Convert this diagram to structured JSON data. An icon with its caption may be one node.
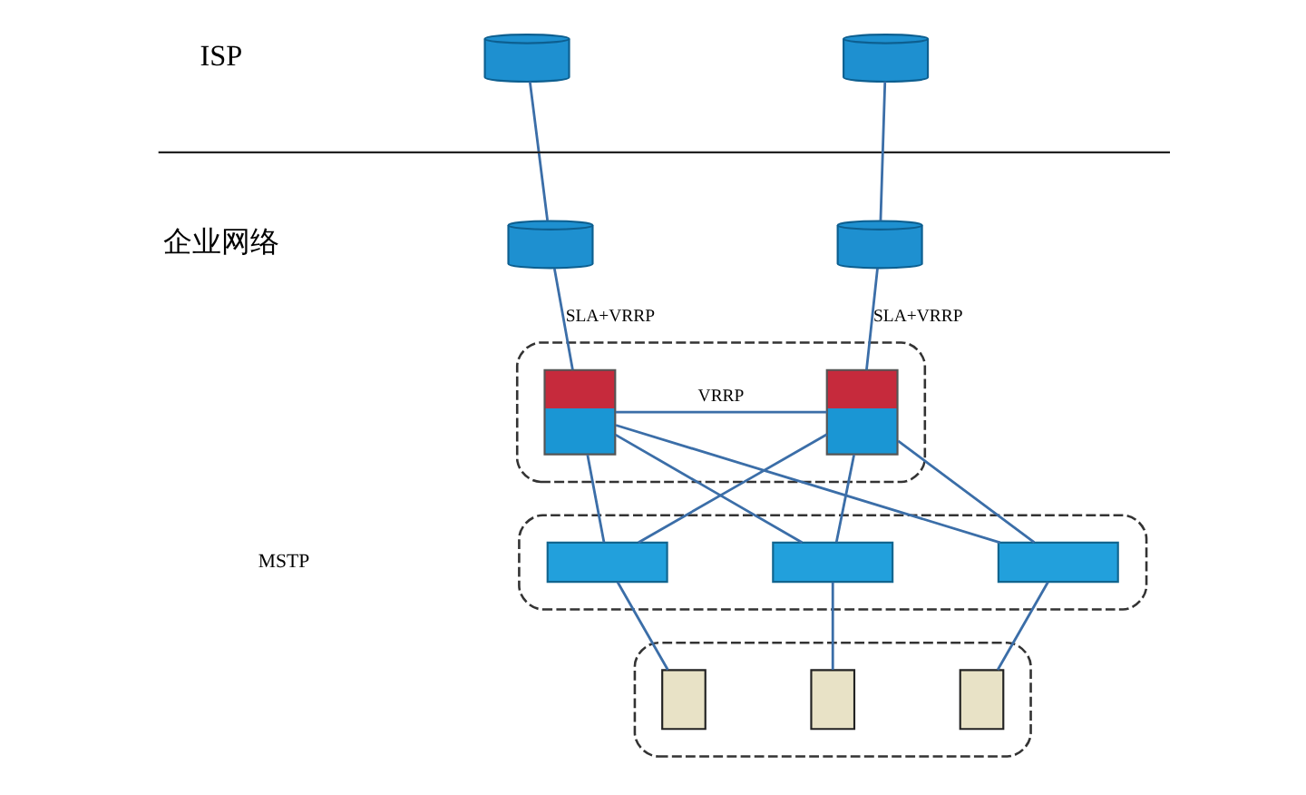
{
  "diagram": {
    "nodes": [
      {
        "text": [],
        "shape": "cylinder"
      },
      {
        "text": [],
        "shape": "cylinder"
      },
      {
        "text": [],
        "shape": "cylinder"
      },
      {
        "text": [],
        "shape": "cylinder"
      },
      {
        "text": [],
        "shape": "box"
      },
      {
        "text": [],
        "shape": "box",
        "in": 4
      },
      {
        "text": [],
        "shape": "box",
        "in": 4
      },
      {
        "text": [],
        "shape": "box"
      },
      {
        "text": [],
        "shape": "box",
        "in": 7
      },
      {
        "text": [],
        "shape": "box",
        "in": 7
      },
      {
        "text": [],
        "shape": "box",
        "in": 7
      },
      {
        "text": [],
        "shape": "box"
      },
      {
        "text": [],
        "shape": "box",
        "in": 11
      },
      {
        "text": [],
        "shape": "box",
        "in": 11
      },
      {
        "text": [],
        "shape": "box",
        "in": 11
      }
    ],
    "edges": [
      {
        "from": 0,
        "to": 2,
        "arrow": "none"
      },
      {
        "from": 1,
        "to": 3,
        "arrow": "none"
      },
      {
        "from": 2,
        "to": 5,
        "arrow": "none",
        "label": "SLA+VRRP"
      },
      {
        "from": 3,
        "to": 6,
        "arrow": "none",
        "label": "SLA+VRRP"
      },
      {
        "from": 5,
        "to": 6,
        "arrow": "none",
        "label": "VRRP"
      },
      {
        "from": 5,
        "to": 8,
        "arrow": "none"
      },
      {
        "from": 5,
        "to": 9,
        "arrow": "none"
      },
      {
        "from": 5,
        "to": 10,
        "arrow": "none"
      },
      {
        "from": 6,
        "to": 8,
        "arrow": "none"
      },
      {
        "from": 6,
        "to": 9,
        "arrow": "none"
      },
      {
        "from": 6,
        "to": 10,
        "arrow": "none"
      },
      {
        "from": 8,
        "to": 12,
        "arrow": "none"
      },
      {
        "from": 9,
        "to": 13,
        "arrow": "none"
      },
      {
        "from": 10,
        "to": 14,
        "arrow": "none"
      }
    ],
    "labels": [
      "ISP",
      "企业网络",
      "MSTP"
    ]
  }
}
